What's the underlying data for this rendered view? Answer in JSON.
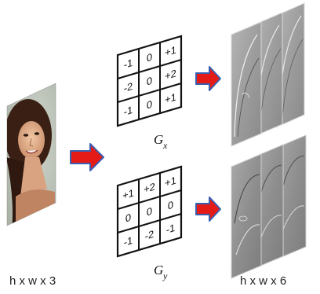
{
  "input_label": "h x w x 3",
  "output_label": "h x w x 6",
  "kernels": [
    {
      "name_base": "G",
      "name_sub": "x",
      "matrix": [
        [
          "-1",
          "0",
          "+1"
        ],
        [
          "-2",
          "0",
          "+2"
        ],
        [
          "-1",
          "0",
          "+1"
        ]
      ]
    },
    {
      "name_base": "G",
      "name_sub": "y",
      "matrix": [
        [
          "+1",
          "+2",
          "+1"
        ],
        [
          "0",
          "0",
          "0"
        ],
        [
          "-1",
          "-2",
          "-1"
        ]
      ]
    }
  ],
  "colors": {
    "arrow_fill": "#e41b17",
    "arrow_stroke": "#3a5fb0",
    "grid_line": "#111111",
    "map_base": "#9a9a9a"
  }
}
